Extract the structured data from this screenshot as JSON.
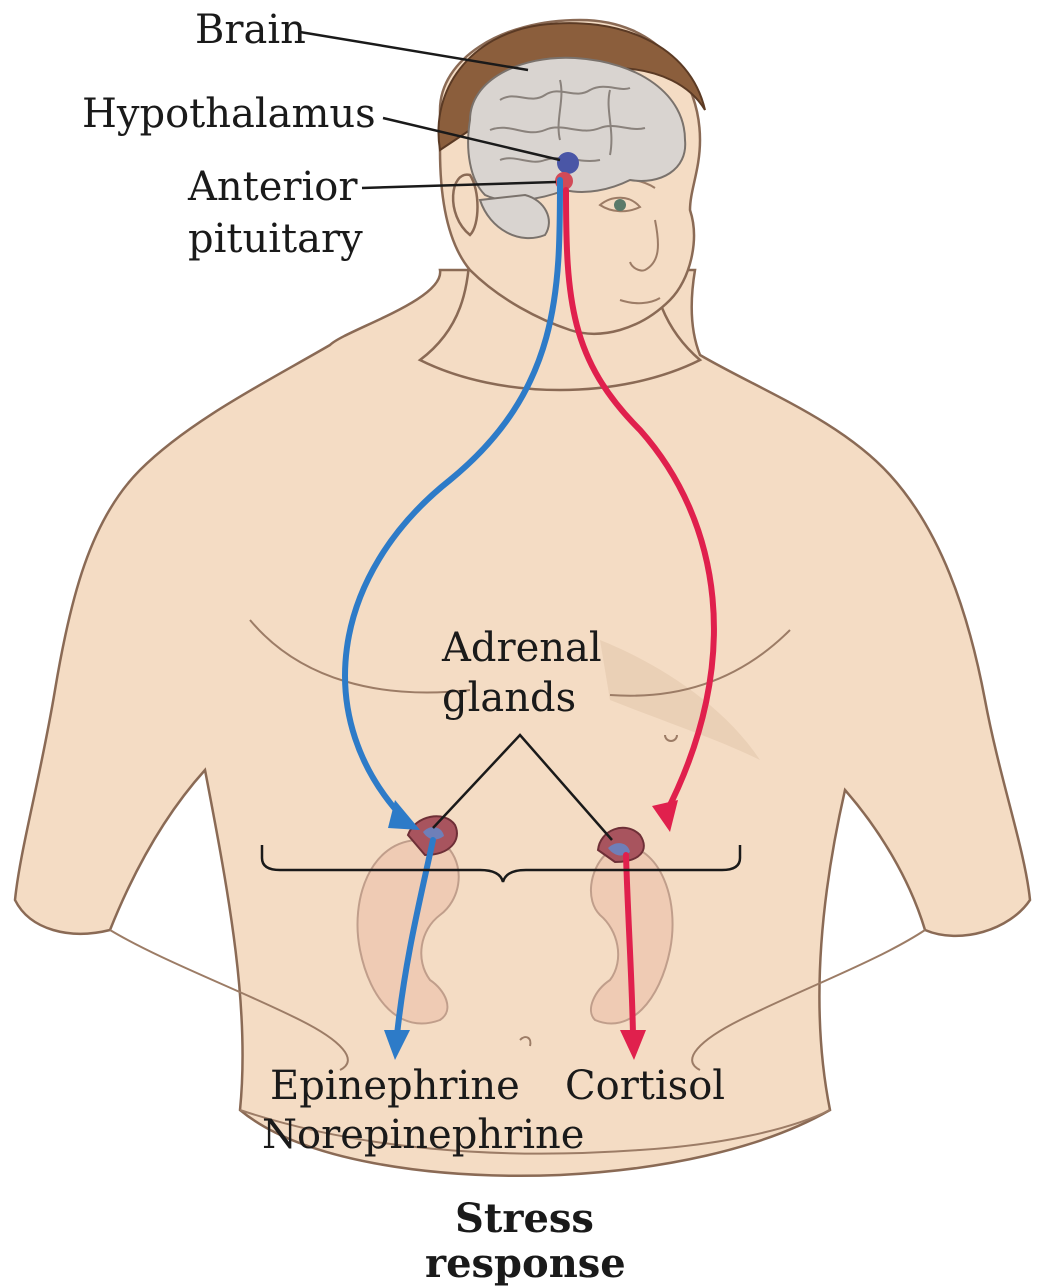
{
  "labels": {
    "brain": "Brain",
    "hypothalamus": "Hypothalamus",
    "anterior_pituitary_line1": "Anterior",
    "anterior_pituitary_line2": "pituitary",
    "adrenal_glands_line1": "Adrenal",
    "adrenal_glands_line2": "glands",
    "epinephrine": "Epinephrine",
    "norepinephrine": "Norepinephrine",
    "cortisol": "Cortisol",
    "stress_response_line1": "Stress",
    "stress_response_line2": "response"
  },
  "colors": {
    "left_pathway": "#2d7bc8",
    "right_pathway": "#e0204d",
    "skin": "#f4dcc4",
    "hair": "#8b5e3c"
  }
}
